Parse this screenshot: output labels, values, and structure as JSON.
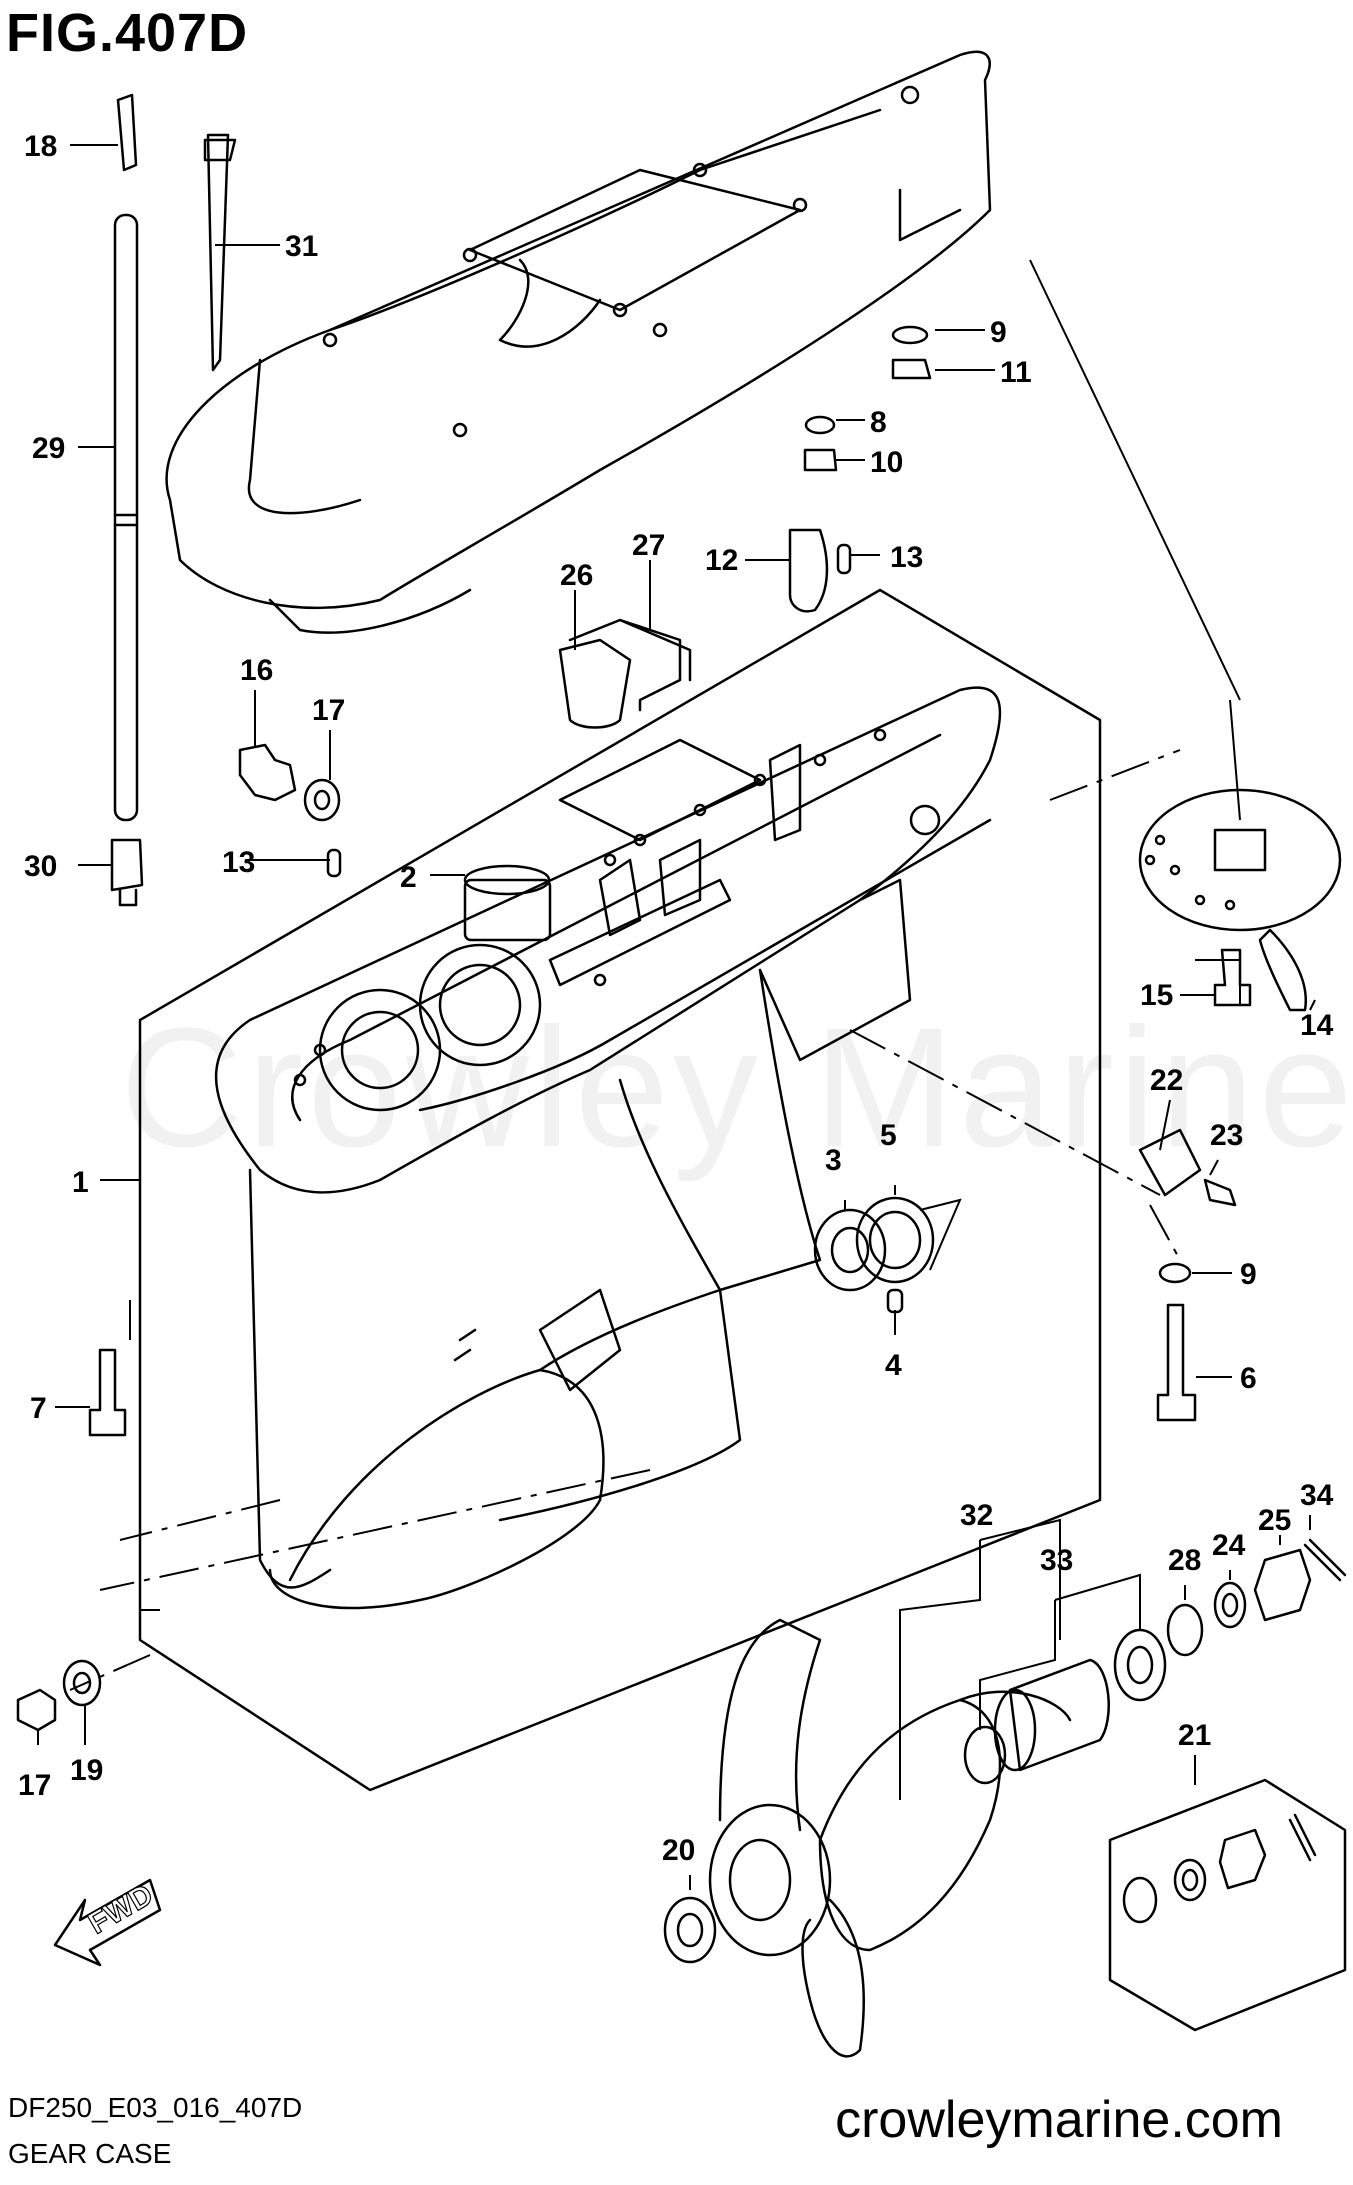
{
  "figure_title": "FIG.407D",
  "drawing_code": "DF250_E03_016_407D",
  "drawing_name": "GEAR CASE",
  "website": "crowleymarine.com",
  "watermark": "Crowley Marine",
  "fwd_label": "FWD",
  "callouts": [
    "1",
    "2",
    "3",
    "4",
    "5",
    "6",
    "7",
    "8",
    "9",
    "9",
    "10",
    "11",
    "12",
    "13",
    "13",
    "14",
    "15",
    "16",
    "17",
    "17",
    "18",
    "19",
    "20",
    "21",
    "22",
    "23",
    "24",
    "25",
    "26",
    "27",
    "28",
    "29",
    "30",
    "31",
    "32",
    "33",
    "34"
  ]
}
